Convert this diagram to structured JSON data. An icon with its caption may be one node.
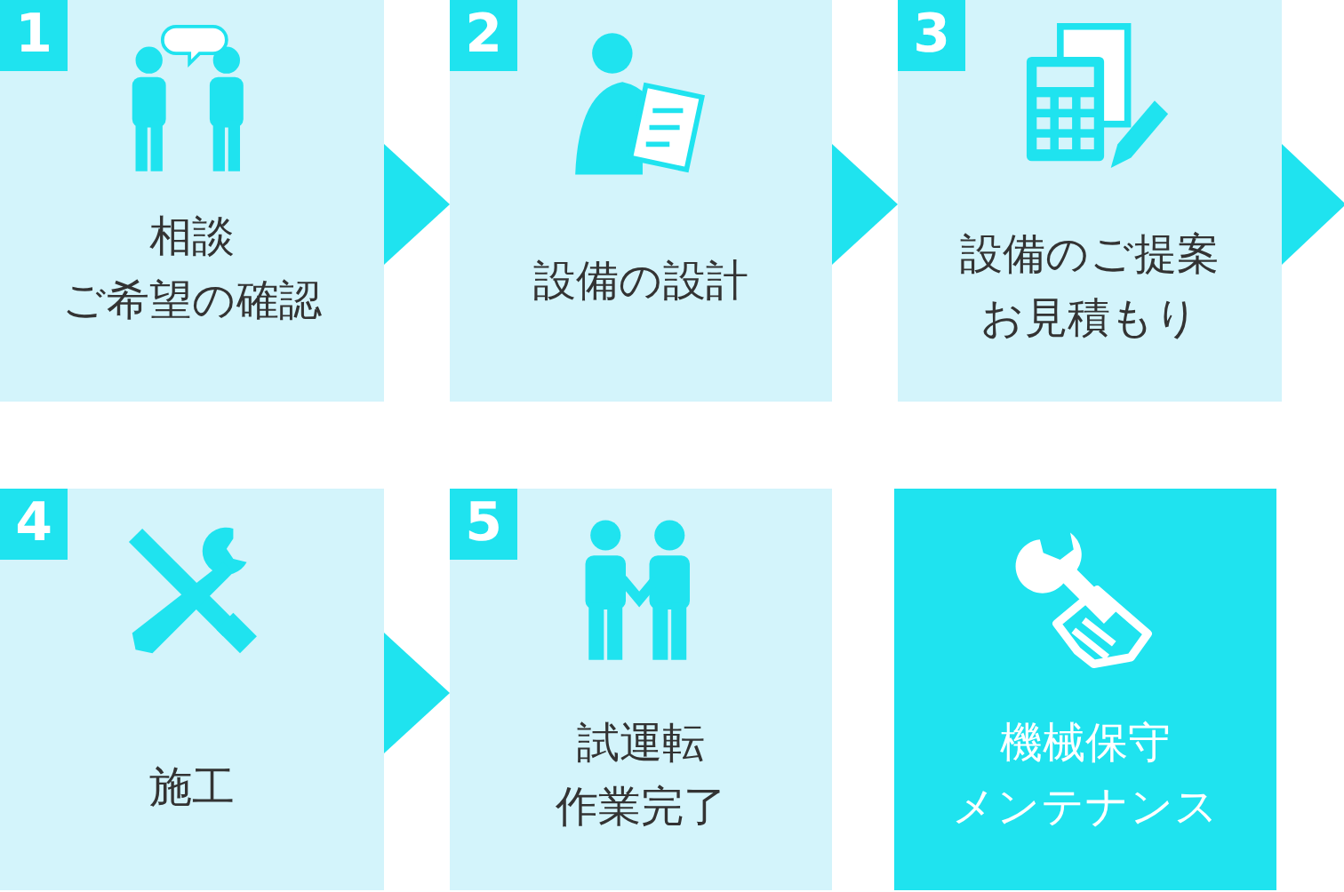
{
  "diagram": {
    "nodes": [
      {
        "text": [
          "1",
          "相談ご希望の確認"
        ]
      },
      {
        "text": [
          "2",
          "設備の設計"
        ]
      },
      {
        "text": [
          "3",
          "設備のご提案お見積もり"
        ]
      },
      {
        "text": [
          "4",
          "施工"
        ]
      },
      {
        "text": [
          "5",
          "試運転作業完了"
        ]
      },
      {
        "text": [
          "機械保守メンテナンス"
        ]
      }
    ],
    "edges": [
      {
        "from": 0,
        "to": 1,
        "arrow": "to"
      },
      {
        "from": 1,
        "to": 2,
        "arrow": "to"
      },
      {
        "from": 2,
        "to": null,
        "arrow": "to"
      },
      {
        "from": 3,
        "to": 4,
        "arrow": "to"
      }
    ]
  }
}
